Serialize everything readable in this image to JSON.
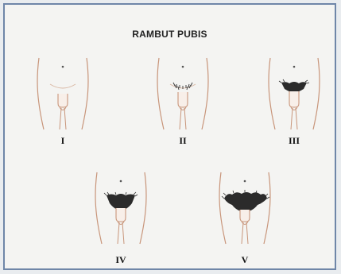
{
  "title": "RAMBUT PUBIS",
  "stages": [
    {
      "label": "I",
      "hair": "none"
    },
    {
      "label": "II",
      "hair": "sparse"
    },
    {
      "label": "III",
      "hair": "moderate"
    },
    {
      "label": "IV",
      "hair": "dense"
    },
    {
      "label": "V",
      "hair": "adult"
    }
  ],
  "colors": {
    "frame_border": "#6f86a8",
    "background": "#f4f4f2",
    "skin_outline": "#c8957a",
    "hair": "#2b2b2b"
  }
}
